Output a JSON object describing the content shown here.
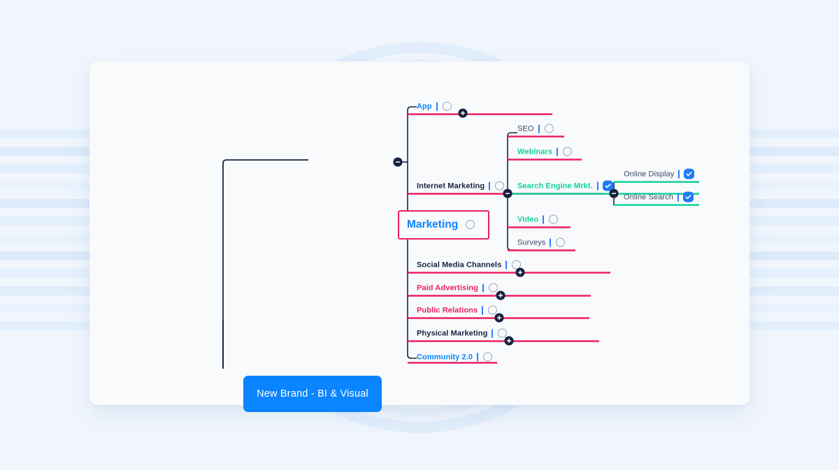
{
  "canvas": {
    "background_color": "#f1f6fd",
    "card_color": "#f8fafc"
  },
  "palette": {
    "blue": "#0a84ff",
    "pink": "#ec1e63",
    "green": "#0fd19a",
    "navy": "#17223f",
    "slate": "#3b4a66",
    "checkbox_on": "#1e7bf5",
    "checkbox_off_border": "#94a3b8"
  },
  "mindmap": {
    "root": {
      "label": "New Brand - BI & Visual"
    },
    "branch": {
      "label": "Marketing",
      "checkbox": "unchecked",
      "toggle": "minus"
    },
    "topics": [
      {
        "label": "App",
        "color": "blue",
        "bold": true,
        "checkbox": "unchecked",
        "toggle": "plus",
        "underline": "pink"
      },
      {
        "label": "Internet Marketing",
        "color": "navy",
        "bold": true,
        "checkbox": "unchecked",
        "toggle": "minus",
        "underline": "pink"
      },
      {
        "label": "Social Media Channels",
        "color": "navy",
        "bold": true,
        "checkbox": "unchecked",
        "toggle": "plus",
        "underline": "pink"
      },
      {
        "label": "Paid Advertising",
        "color": "pink",
        "bold": true,
        "checkbox": "unchecked",
        "toggle": "plus",
        "underline": "pink"
      },
      {
        "label": "Public Relations",
        "color": "pink",
        "bold": true,
        "checkbox": "unchecked",
        "toggle": "plus",
        "underline": "pink"
      },
      {
        "label": "Physical Marketing",
        "color": "navy",
        "bold": true,
        "checkbox": "unchecked",
        "toggle": "plus",
        "underline": "pink"
      },
      {
        "label": "Community 2.0",
        "color": "blue",
        "bold": true,
        "checkbox": "unchecked",
        "toggle": "none",
        "underline": "pink"
      }
    ],
    "subtopics": [
      {
        "label": "SEO",
        "color": "slate",
        "bold": false,
        "checkbox": "unchecked",
        "toggle": "none",
        "underline": "pink"
      },
      {
        "label": "Webinars",
        "color": "green",
        "bold": true,
        "checkbox": "unchecked",
        "toggle": "none",
        "underline": "pink"
      },
      {
        "label": "Search Engine Mrkt.",
        "color": "green",
        "bold": true,
        "checkbox": "checked",
        "toggle": "minus",
        "underline": "green"
      },
      {
        "label": "Video",
        "color": "green",
        "bold": true,
        "checkbox": "unchecked",
        "toggle": "none",
        "underline": "pink"
      },
      {
        "label": "Surveys",
        "color": "slate",
        "bold": false,
        "checkbox": "unchecked",
        "toggle": "none",
        "underline": "pink"
      }
    ],
    "leaves": [
      {
        "label": "Online Display",
        "color": "slate",
        "bold": false,
        "checkbox": "checked",
        "toggle": "none",
        "underline": "green"
      },
      {
        "label": "Online Search",
        "color": "slate",
        "bold": false,
        "checkbox": "checked",
        "toggle": "none",
        "underline": "green"
      }
    ]
  }
}
